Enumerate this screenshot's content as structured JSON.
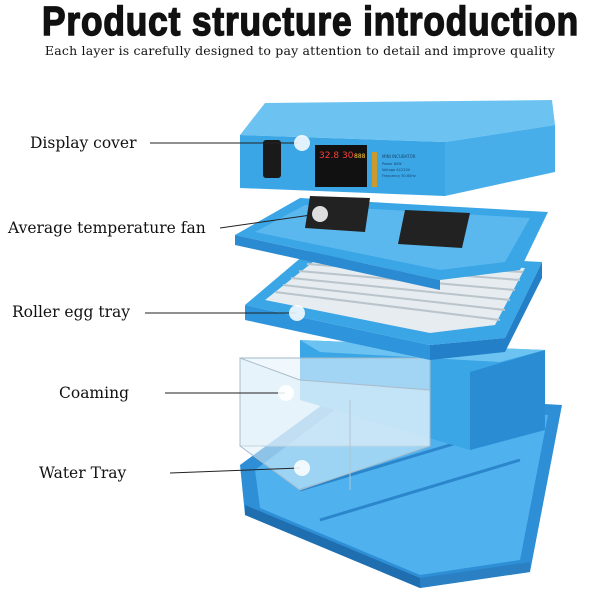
{
  "header": {
    "title": "Product structure introduction",
    "subtitle": "Each layer is carefully designed to pay attention to detail and improve quality"
  },
  "labels": [
    {
      "text": "Display cover"
    },
    {
      "text": "Average temperature fan"
    },
    {
      "text": "Roller egg tray"
    },
    {
      "text": "Coaming"
    },
    {
      "text": "Water Tray"
    }
  ],
  "panel": {
    "name": "MINI INCUBATOR",
    "power": "Power 80W",
    "voltage": "Voltage AC220V",
    "frequency": "Frequency 50-60Hz",
    "temp": "32.8",
    "humidity": "30",
    "days": "888"
  },
  "colors": {
    "blue": "#3aa6e6",
    "blue_dark": "#1f7fc4",
    "blue_light": "#6cc3f2"
  }
}
